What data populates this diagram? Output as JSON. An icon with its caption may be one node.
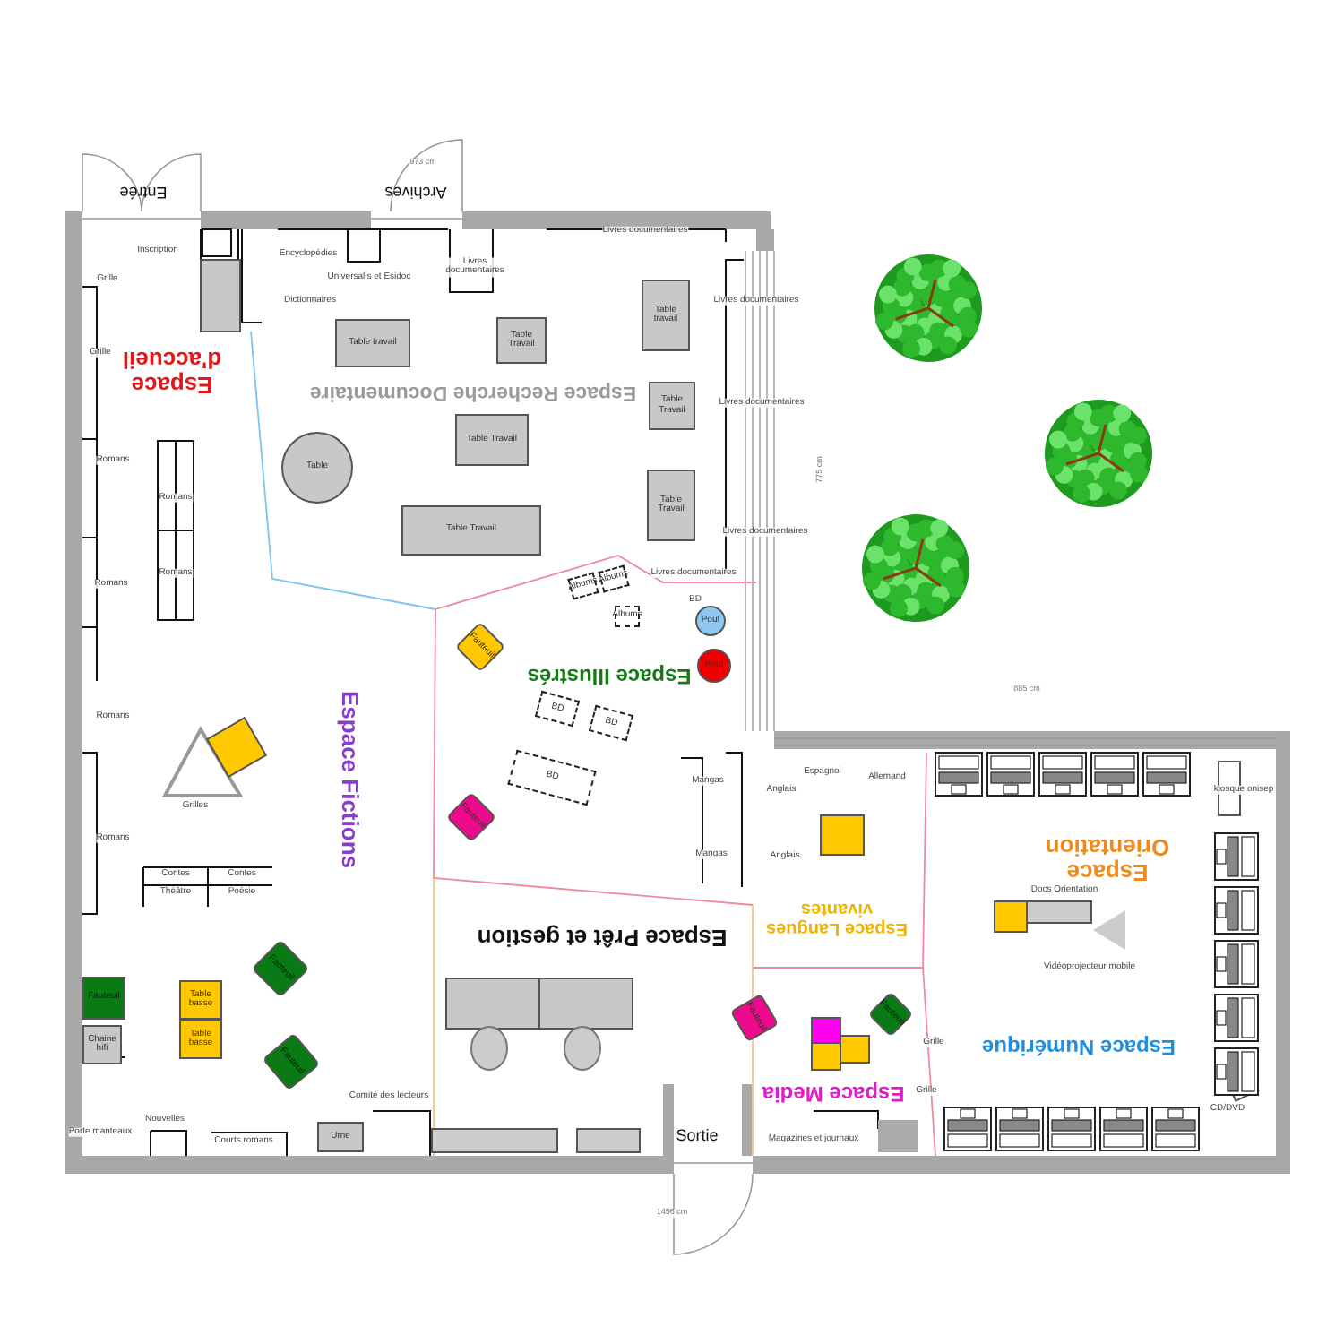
{
  "diagram": {
    "nodes": [
      {
        "text": [
          "Table travail"
        ]
      },
      {
        "text": [
          "Table Travail"
        ]
      },
      {
        "text": [
          "Table travail"
        ]
      },
      {
        "text": [
          "Table Travail"
        ]
      },
      {
        "text": [
          "Table Travail"
        ]
      },
      {
        "text": [
          "Table"
        ]
      },
      {
        "text": [
          "Table Travail"
        ]
      },
      {
        "text": [
          "Table Travail"
        ]
      },
      {
        "text": [
          "Fauteuil"
        ]
      },
      {
        "text": [
          "Albums"
        ]
      },
      {
        "text": [
          "Albums"
        ]
      },
      {
        "text": [
          "Albums"
        ]
      },
      {
        "text": [
          "Pouf"
        ]
      },
      {
        "text": [
          "Pouf"
        ]
      },
      {
        "text": [
          "BD"
        ]
      },
      {
        "text": [
          "BD"
        ]
      },
      {
        "text": [
          "BD"
        ]
      },
      {
        "text": [
          "Fauteuil"
        ]
      },
      {
        "text": [
          "Fauteuil"
        ]
      },
      {
        "text": [
          "Fauteuil"
        ]
      },
      {
        "text": [
          "Table basse"
        ]
      },
      {
        "text": [
          "Table basse"
        ]
      },
      {
        "text": [
          "Chaine hifi"
        ]
      },
      {
        "text": [
          "Fauteuil"
        ]
      },
      {
        "text": [
          "Fauteuil"
        ]
      },
      {
        "text": [
          "Fauteuil"
        ]
      },
      {
        "text": [
          "Urne"
        ]
      }
    ],
    "labels": [
      "Entrée",
      "Archives",
      "973 cm",
      "Inscription",
      "Encyclopédies",
      "Livres documentaires",
      "Livres documentaires",
      "Grille",
      "Universalis et Esidoc",
      "Dictionnaires",
      "Livres documentaires",
      "Grille",
      "Espace d'accueil",
      "Espace Recherche Documentaire",
      "Livres documentaires",
      "775 cm",
      "Romans",
      "Romans",
      "Romans",
      "Romans",
      "Livres documentaires",
      "Livres documentaires",
      "BD",
      "Espace Illustrés",
      "Romans",
      "Espace Fictions",
      "885 cm",
      "Mangas",
      "Anglais",
      "Espagnol",
      "Allemand",
      "kiosque onisep",
      "Grilles",
      "Romans",
      "Mangas",
      "Anglais",
      "Espace Orientation",
      "Contes",
      "Contes",
      "Théâtre",
      "Poésie",
      "Docs Orientation",
      "Espace Langues vivantes",
      "Espace Prêt et gestion",
      "Vidéoprojecteur mobile",
      "Grille",
      "Espace Numérique",
      "Grille",
      "Espace Media",
      "Comité des lecteurs",
      "Porte manteaux",
      "Nouvelles",
      "Courts romans",
      "CD/DVD",
      "Sortie",
      "Magazines et journaux",
      "1456 cm"
    ]
  }
}
